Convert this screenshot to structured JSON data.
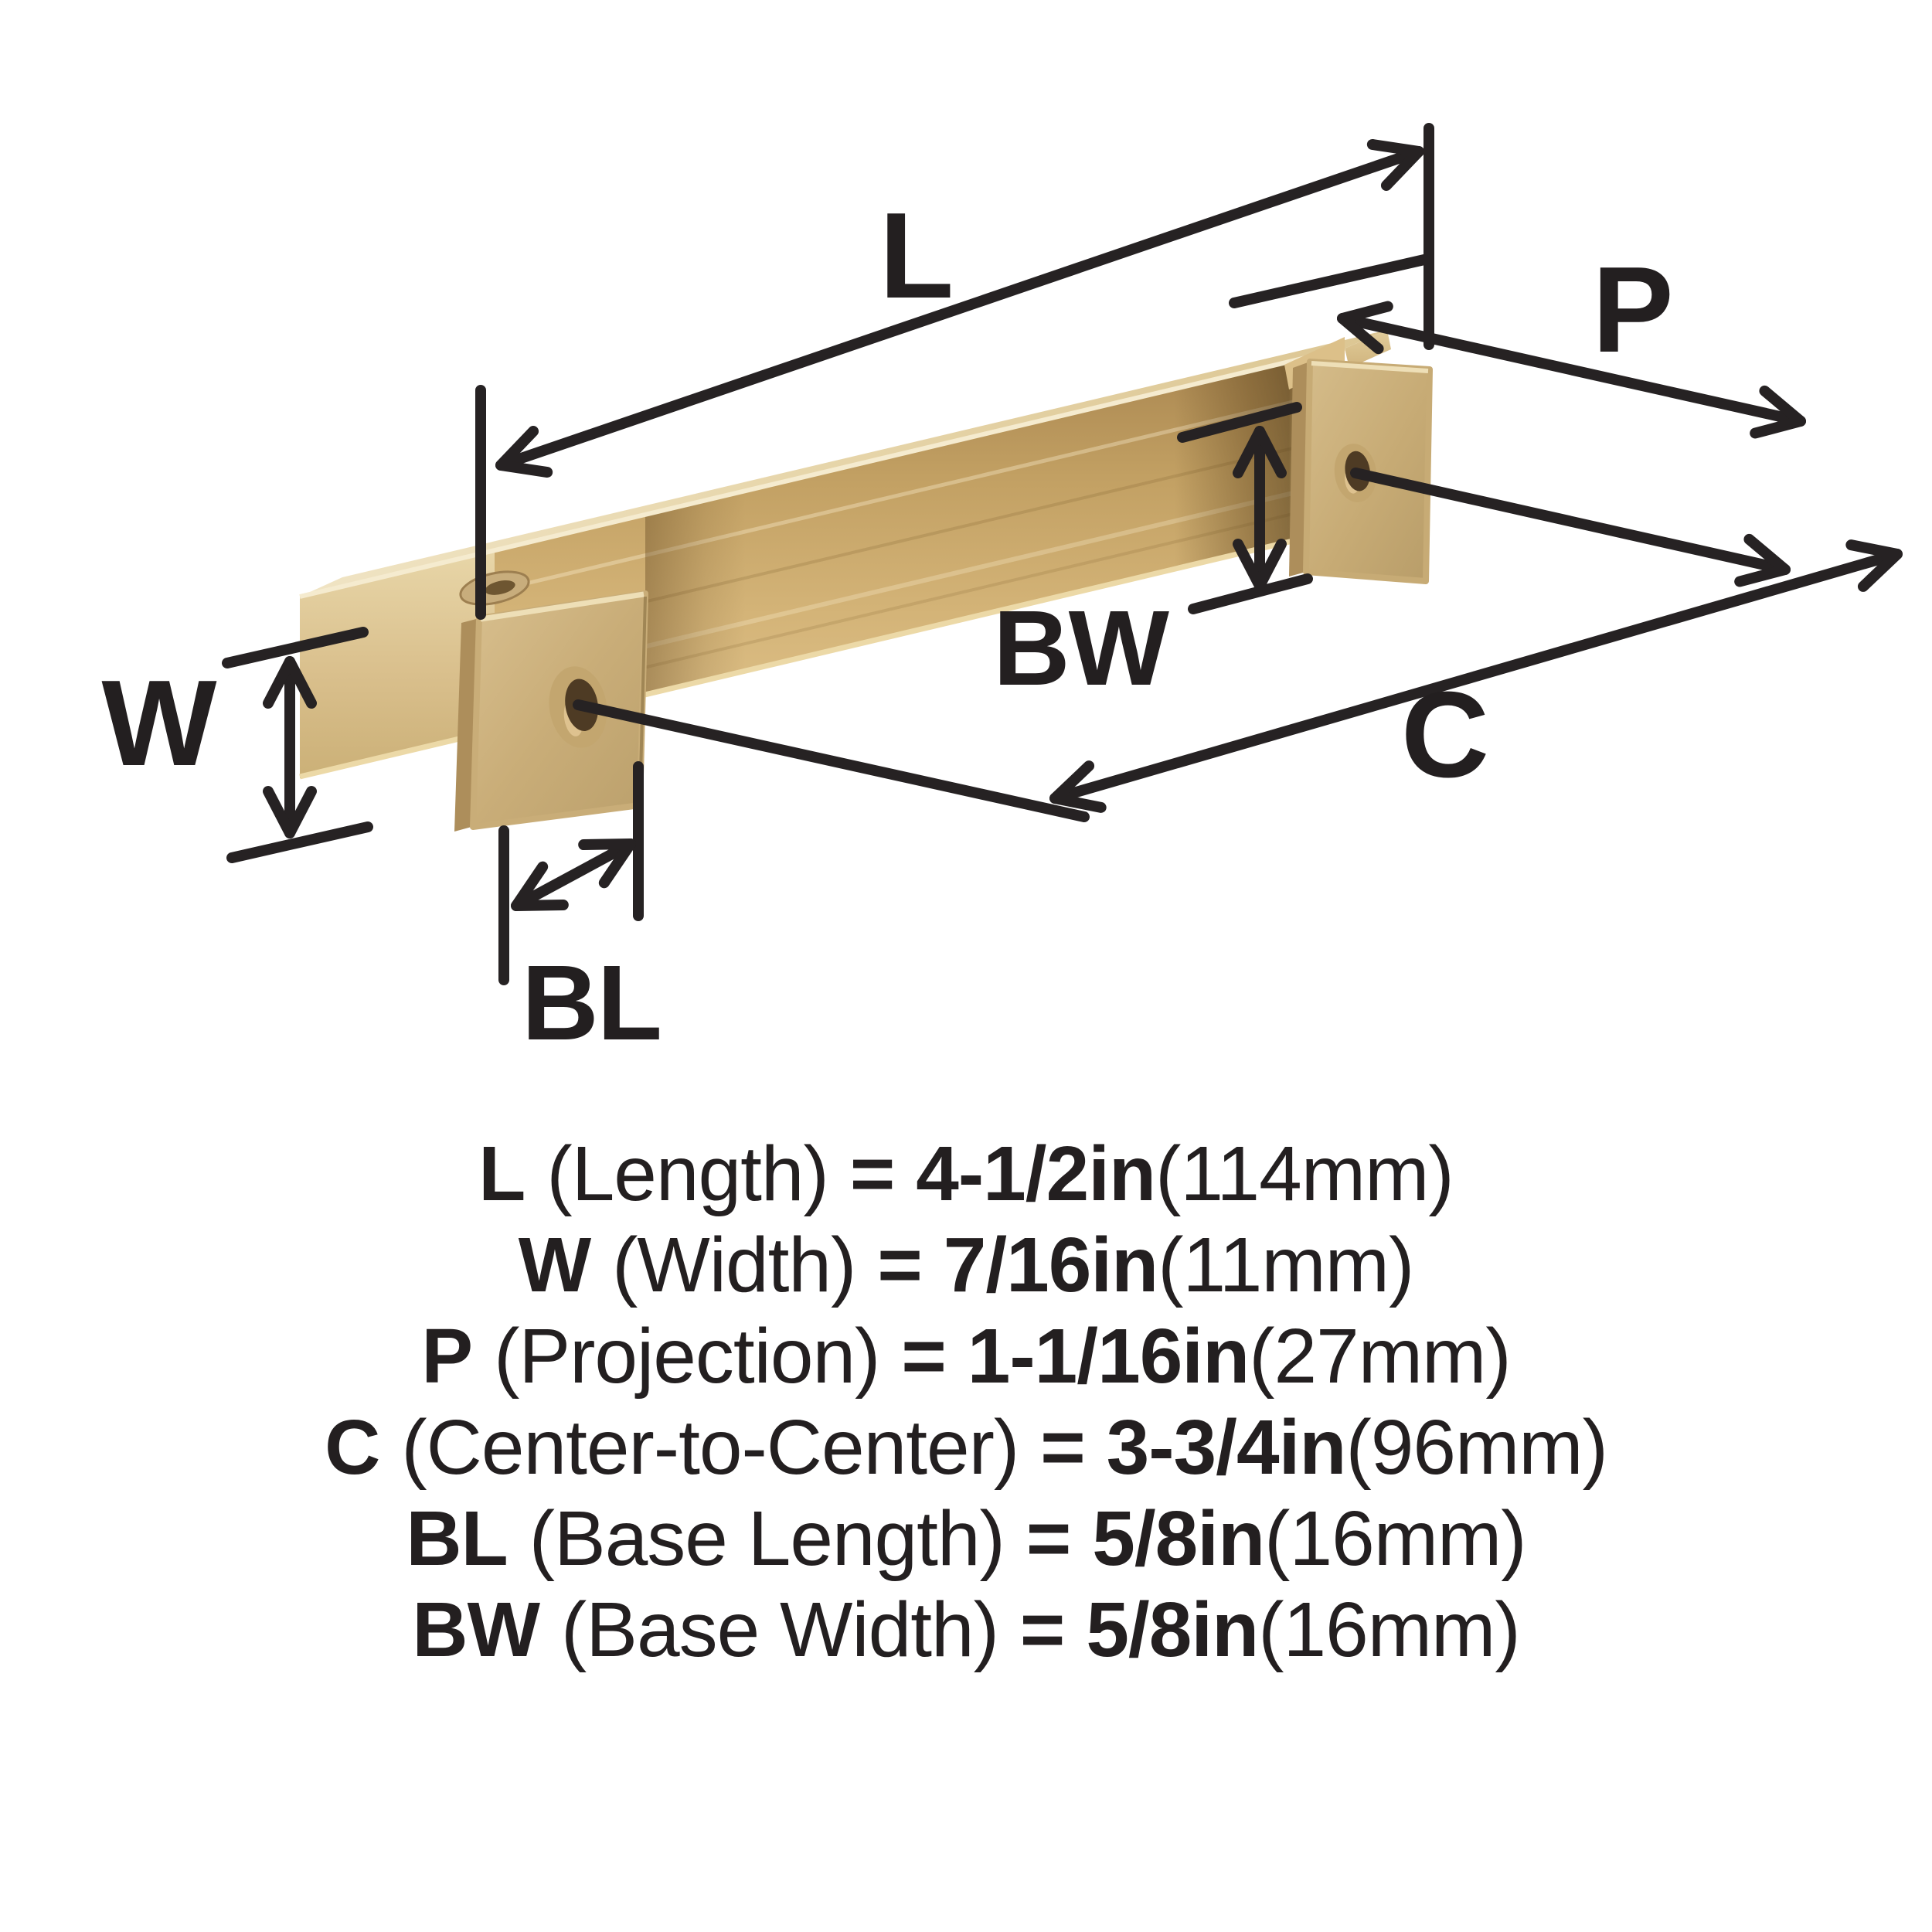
{
  "diagram": {
    "labels": {
      "length": "L",
      "projection": "P",
      "width": "W",
      "base_width": "BW",
      "center_to_center": "C",
      "base_length": "BL"
    }
  },
  "specs": [
    {
      "label": "L",
      "name": "(Length)",
      "eq": "=",
      "value": "4-1/2in",
      "metric": "(114mm)"
    },
    {
      "label": "W",
      "name": "(Width)",
      "eq": "=",
      "value": "7/16in",
      "metric": "(11mm)"
    },
    {
      "label": "P",
      "name": "(Projection)",
      "eq": "=",
      "value": "1-1/16in",
      "metric": "(27mm)"
    },
    {
      "label": "C",
      "name": "(Center-to-Center)",
      "eq": "=",
      "value": "3-3/4in",
      "metric": "(96mm)"
    },
    {
      "label": "BL",
      "name": "(Base Length)",
      "eq": "=",
      "value": "5/8in",
      "metric": "(16mm)"
    },
    {
      "label": "BW",
      "name": "(Base Width)",
      "eq": "=",
      "value": "5/8in",
      "metric": "(16mm)"
    }
  ],
  "colors": {
    "line": "#262223",
    "ink": "#231f20",
    "bg": "#ffffff",
    "gold-light": "#eadcb6",
    "gold-mid": "#cfae74",
    "gold-dark": "#8f6f3e",
    "plate": "#c9ad78"
  }
}
